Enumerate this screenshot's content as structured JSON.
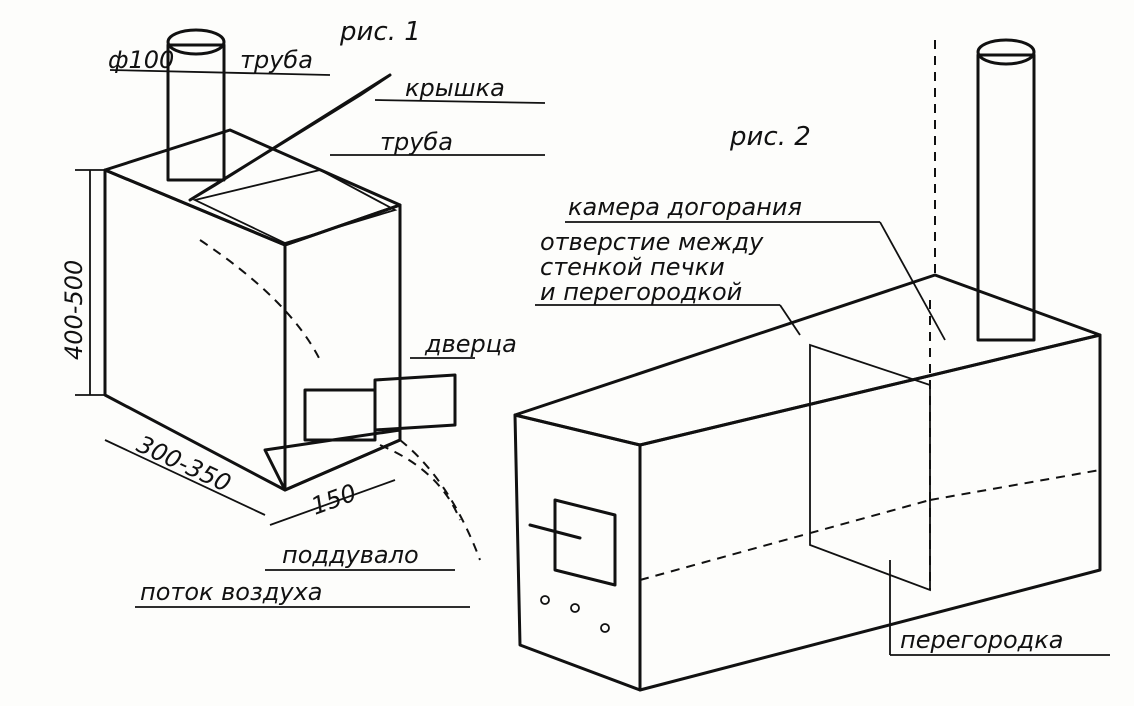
{
  "figure1": {
    "title": "рис. 1",
    "pipe_diameter": "ф100",
    "pipe_label_top": "труба",
    "lid_label": "крышка",
    "pipe_label": "труба",
    "height_dim": "400-500",
    "door_label": "дверца",
    "width_dim": "300-350",
    "ashpit_dim": "150",
    "ashpit_label": "поддувало",
    "airflow_label": "поток воздуха"
  },
  "figure2": {
    "title": "рис. 2",
    "afterburn_label": "камера догорания",
    "gap_label_lines": [
      "отверстие между",
      "стенкой печки",
      "и перегородкой"
    ],
    "partition_label": "перегородка"
  }
}
